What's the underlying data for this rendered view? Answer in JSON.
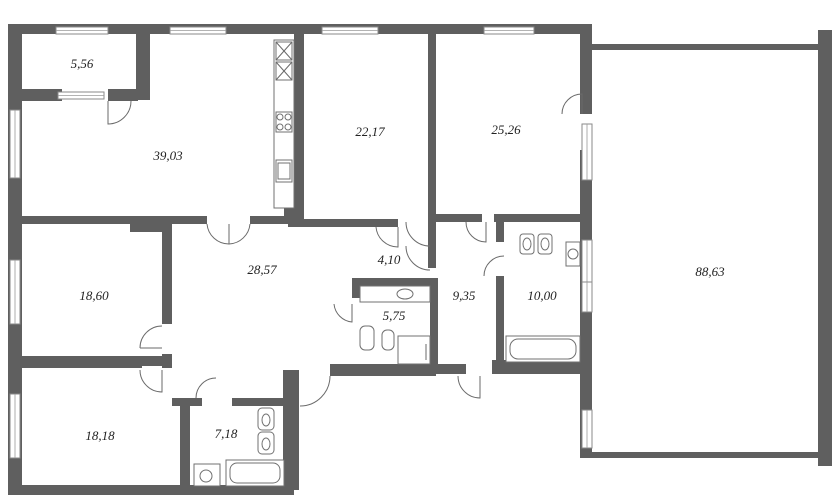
{
  "plan": {
    "rooms": [
      {
        "id": "storage",
        "area": "5,56"
      },
      {
        "id": "kitchen-living",
        "area": "39,03"
      },
      {
        "id": "bedroom-top-middle",
        "area": "22,17"
      },
      {
        "id": "bedroom-top-right",
        "area": "25,26"
      },
      {
        "id": "terrace",
        "area": "88,63"
      },
      {
        "id": "bedroom-left-middle",
        "area": "18,60"
      },
      {
        "id": "hall",
        "area": "28,57"
      },
      {
        "id": "corridor",
        "area": "4,10"
      },
      {
        "id": "dressing",
        "area": "9,35"
      },
      {
        "id": "bathroom-right",
        "area": "10,00"
      },
      {
        "id": "bathroom-middle",
        "area": "5,75"
      },
      {
        "id": "bedroom-bottom-left",
        "area": "18,18"
      },
      {
        "id": "bathroom-bottom",
        "area": "7,18"
      }
    ]
  },
  "colors": {
    "wall": "#5f5f5f",
    "background": "#ffffff",
    "label": "#222222"
  }
}
